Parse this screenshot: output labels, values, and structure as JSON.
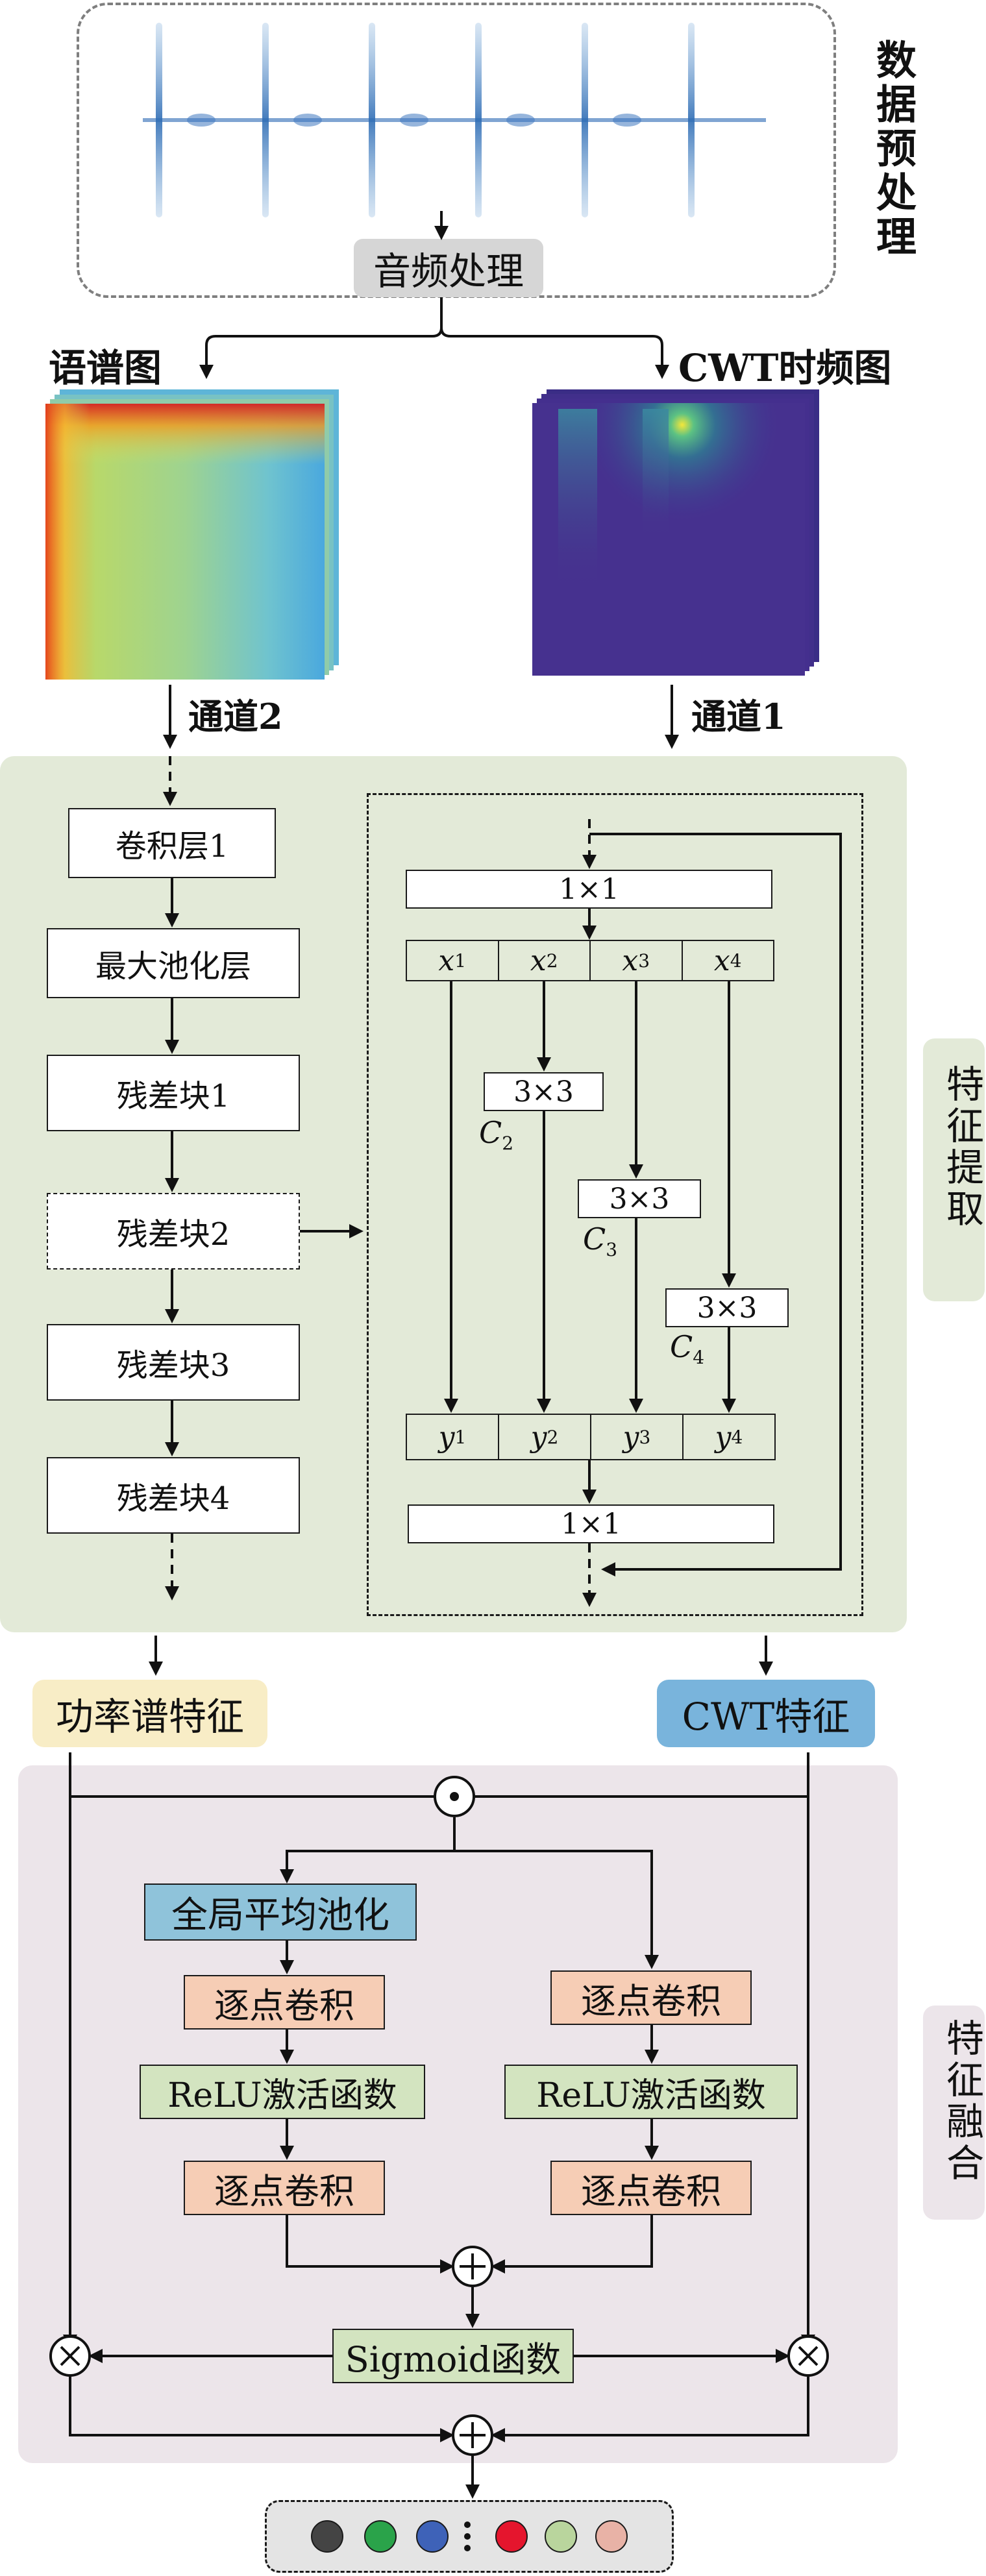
{
  "preprocess": {
    "side_label": "数据预处理",
    "audio_label": "音频处理"
  },
  "inputs": {
    "spectrogram_label": "语谱图",
    "cwt_label": "CWT时频图",
    "channel2": "通道2",
    "channel1": "通道1"
  },
  "feature_extraction": {
    "side_label": "特征提取",
    "backbone": [
      "卷积层1",
      "最大池化层",
      "残差块1",
      "残差块2",
      "残差块3",
      "残差块4"
    ],
    "res2": {
      "top_conv": "1×1",
      "bottom_conv": "1×1",
      "x_cells": [
        "x",
        "x",
        "x",
        "x"
      ],
      "x_subs": [
        "1",
        "2",
        "3",
        "4"
      ],
      "y_cells": [
        "y",
        "y",
        "y",
        "y"
      ],
      "y_subs": [
        "1",
        "2",
        "3",
        "4"
      ],
      "convs": [
        {
          "label": "3×3",
          "c": "C",
          "sub": "2"
        },
        {
          "label": "3×3",
          "c": "C",
          "sub": "3"
        },
        {
          "label": "3×3",
          "c": "C",
          "sub": "4"
        }
      ]
    }
  },
  "features": {
    "power": "功率谱特征",
    "cwt": "CWT特征"
  },
  "fusion": {
    "side_label": "特征融合",
    "gap": "全局平均池化",
    "pw1": "逐点卷积",
    "relu": "ReLU激活函数",
    "pw2": "逐点卷积",
    "right_pw1": "逐点卷积",
    "right_relu": "ReLU激活函数",
    "right_pw2": "逐点卷积",
    "sigmoid": "Sigmoid函数"
  },
  "colors": {
    "preprocess_border": "#7f7f7f",
    "extraction_bg": "#e3ead8",
    "fusion_bg": "#ece5ea",
    "power_pill": "#f8edc6",
    "cwt_pill": "#79b4dc",
    "gap_box": "#8fc3da",
    "pw_box": "#f6cdb5",
    "relu_box": "#d3e4c0",
    "sigmoid_box": "#d3e4c0",
    "output_dots": [
      "#444444",
      "#2aa34a",
      "#3e62b8",
      "#e5152d",
      "#b9d59d",
      "#e8b2a6"
    ]
  }
}
